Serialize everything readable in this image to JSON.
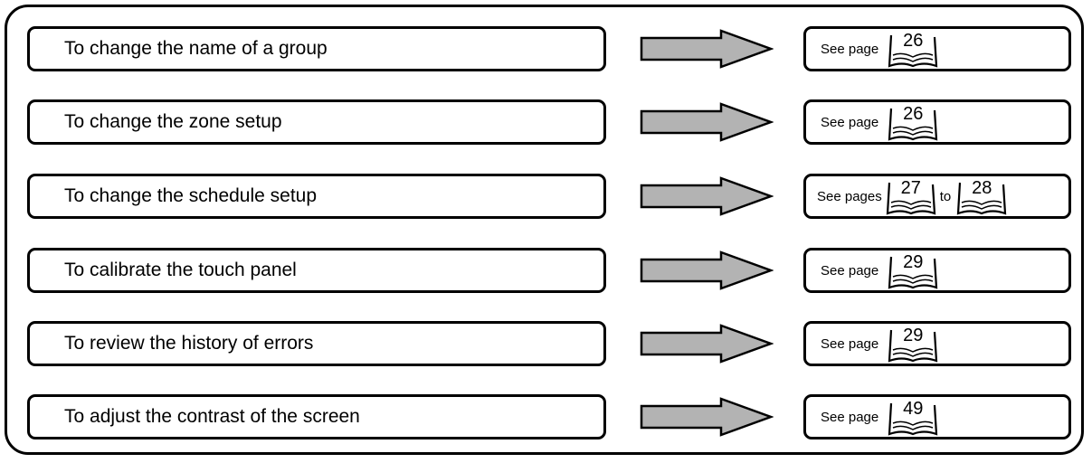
{
  "rows": [
    {
      "task": "To change the name of a group",
      "ref_label": "See page",
      "page": "26"
    },
    {
      "task": "To change the zone setup",
      "ref_label": "See page",
      "page": "26"
    },
    {
      "task": "To change the schedule setup",
      "ref_label": "See pages",
      "page": "27",
      "to_label": "to",
      "page_end": "28"
    },
    {
      "task": "To calibrate the touch panel",
      "ref_label": "See page",
      "page": "29"
    },
    {
      "task": "To review the history of errors",
      "ref_label": "See page",
      "page": "29"
    },
    {
      "task": "To adjust the contrast of the screen",
      "ref_label": "See page",
      "page": "49"
    }
  ],
  "colors": {
    "arrow_fill": "#b3b3b3",
    "border": "#000000"
  },
  "icons": {
    "arrow": "right-arrow-icon",
    "book": "open-book-icon"
  }
}
